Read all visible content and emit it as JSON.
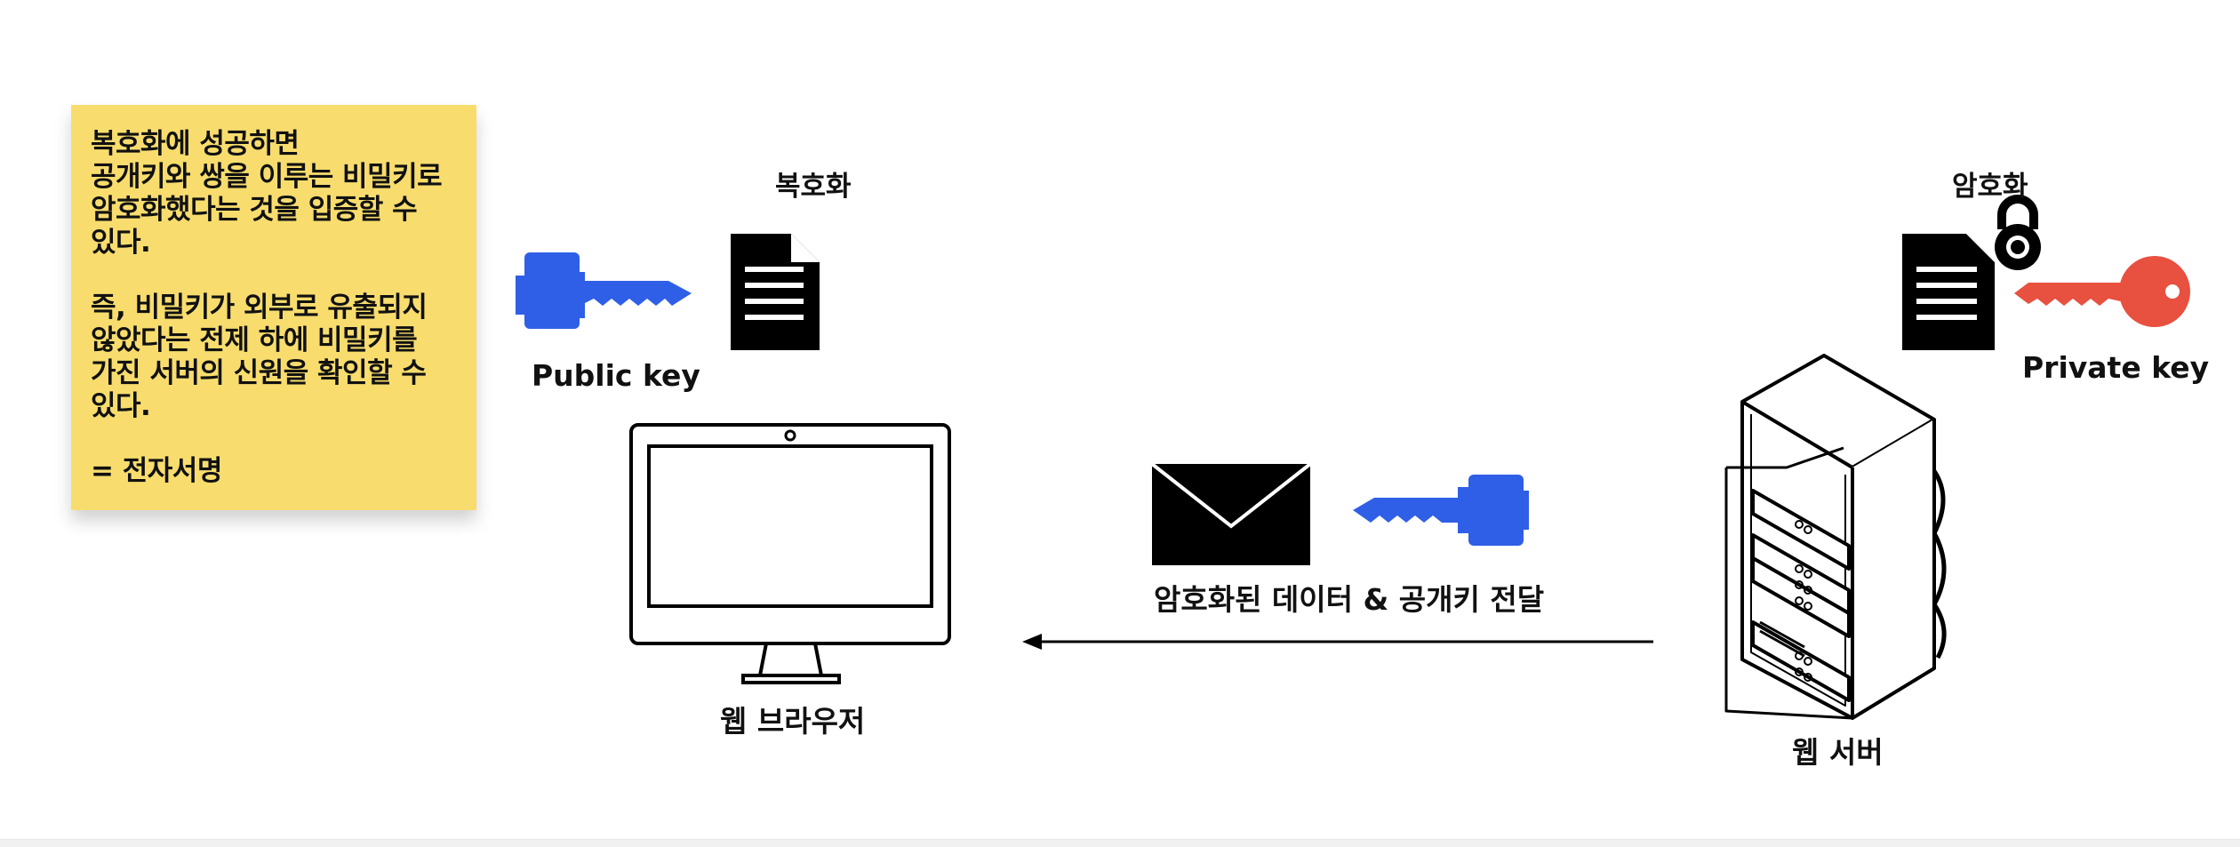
{
  "sticky_note": {
    "paragraphs": [
      "복호화에 성공하면\n공개키와 쌍을 이루는 비밀키로\n암호화했다는 것을 입증할 수\n있다.",
      "즉, 비밀키가 외부로 유출되지\n않았다는 전제 하에 비밀키를\n가진 서버의 신원을 확인할 수\n있다.",
      "= 전자서명"
    ]
  },
  "labels": {
    "decrypt": "복호화",
    "encrypt": "암호화",
    "public_key": "Public key",
    "private_key": "Private key",
    "transfer": "암호화된 데이터 & 공개키 전달",
    "web_browser": "웹 브라우저",
    "web_server": "웹 서버"
  },
  "colors": {
    "sticky": "#f8dd6e",
    "public_key": "#2f5fe6",
    "private_key": "#e8503f",
    "ink": "#000000"
  },
  "icons": [
    "public-key-icon",
    "document-icon",
    "lock-icon",
    "private-key-icon",
    "monitor-icon",
    "envelope-icon",
    "server-rack-icon",
    "arrow-left-icon"
  ]
}
